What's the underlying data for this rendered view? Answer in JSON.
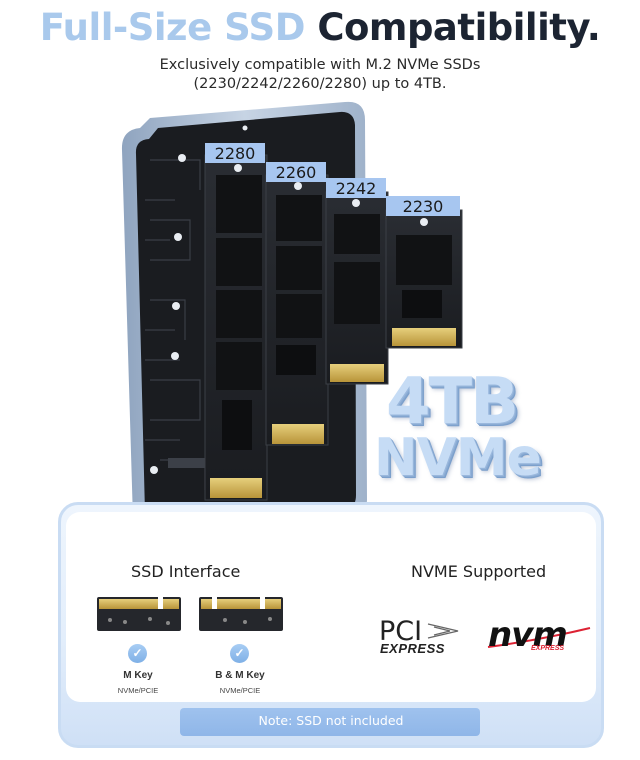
{
  "header": {
    "title_part1": "Full-Size SSD",
    "title_part2": "Compatibility.",
    "subtitle_line1": "Exclusively compatible with M.2 NVMe SSDs",
    "subtitle_line2": "(2230/2242/2260/2280) up to 4TB."
  },
  "ssd_sizes": [
    "2280",
    "2260",
    "2242",
    "2230"
  ],
  "capacity": {
    "line1": "4TB",
    "line2": "NVMe"
  },
  "panel": {
    "interface_label": "SSD Interface",
    "supported_label": "NVME Supported",
    "keys": [
      {
        "name": "M Key",
        "sub": "NVMe/PCIE"
      },
      {
        "name": "B & M Key",
        "sub": "NVMe/PCIE"
      }
    ],
    "pci_logo": {
      "text": "PCI",
      "express": "EXPRESS"
    },
    "nvm_logo": {
      "text": "nvm",
      "express": "EXPRESS"
    },
    "note": "Note: SSD not included"
  },
  "colors": {
    "title_light": "#a9c9ec",
    "title_dark": "#1c2432",
    "accent_blue": "#8fb6e8",
    "board_dark": "#1d1f24",
    "label_blue": "#a7c6f0",
    "gold": "#d8b65a"
  }
}
